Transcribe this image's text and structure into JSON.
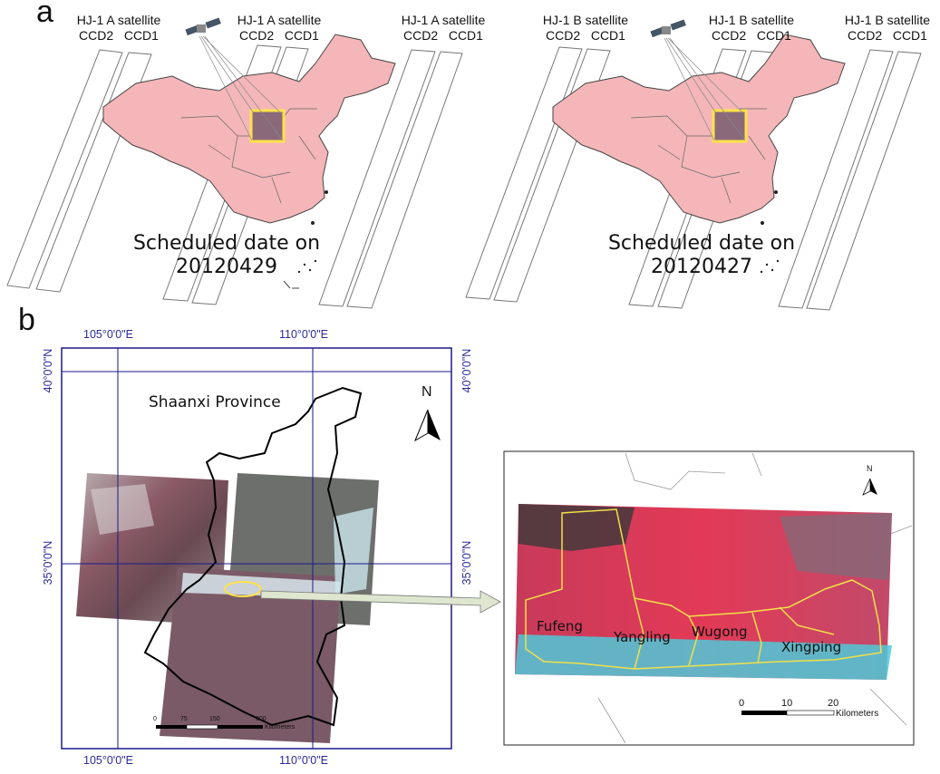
{
  "panel_a": {
    "letter": "a",
    "left_map": {
      "satellites": [
        {
          "title": "HJ-1 A satellite",
          "ccd2": "CCD2",
          "ccd1": "CCD1"
        },
        {
          "title": "HJ-1 A satellite",
          "ccd2": "CCD2",
          "ccd1": "CCD1"
        },
        {
          "title": "HJ-1 A satellite",
          "ccd2": "CCD2",
          "ccd1": "CCD1"
        }
      ],
      "scheduled_line1": "Scheduled date on",
      "scheduled_line2": "20120429"
    },
    "right_map": {
      "satellites": [
        {
          "title": "HJ-1 B satellite",
          "ccd2": "CCD2",
          "ccd1": "CCD1"
        },
        {
          "title": "HJ-1 B satellite",
          "ccd2": "CCD2",
          "ccd1": "CCD1"
        },
        {
          "title": "HJ-1 B satellite",
          "ccd2": "CCD2",
          "ccd1": "CCD1"
        }
      ],
      "scheduled_line1": "Scheduled date on",
      "scheduled_line2": "20120427"
    },
    "colors": {
      "country_fill": "#f4b6b8",
      "highlight": "#ffe24a"
    }
  },
  "panel_b": {
    "letter": "b",
    "province_label": "Shaanxi Province",
    "north": "N",
    "longitudes": [
      "105°0'0\"E",
      "110°0'0\"E"
    ],
    "latitudes": [
      "40°0'0\"N",
      "35°0'0\"N"
    ],
    "scalebar": {
      "ticks": [
        "0",
        "75",
        "150",
        "300"
      ],
      "unit": "Kilometers"
    },
    "inset": {
      "north": "N",
      "towns": [
        "Fufeng",
        "Yangling",
        "Wugong",
        "Xingping"
      ],
      "scalebar": {
        "ticks": [
          "0",
          "10",
          "20"
        ],
        "unit": "Kilometers"
      }
    },
    "colors": {
      "grid": "#1a1a8a",
      "boundary": "#f2e04a",
      "arrow": "#dfe6cf"
    }
  }
}
